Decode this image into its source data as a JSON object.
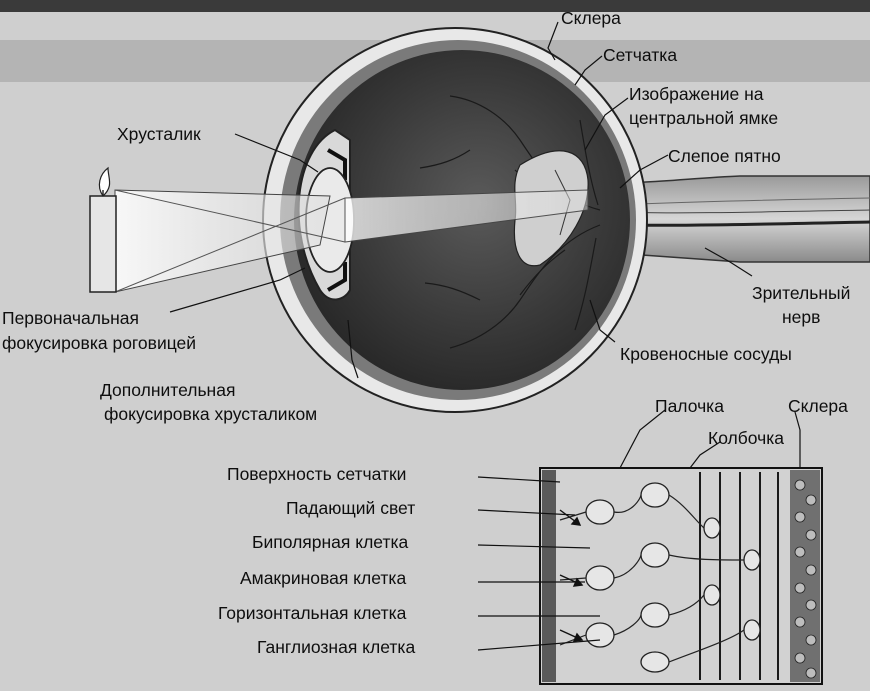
{
  "labels": {
    "sclera_top": "Склера",
    "retina": "Сетчатка",
    "fovea_image_line1": "Изображение на",
    "fovea_image_line2": "центральной ямке",
    "lens": "Хрусталик",
    "blind_spot": "Слепое пятно",
    "optic_nerve_line1": "Зрительный",
    "optic_nerve_line2": "нерв",
    "cornea_focus_line1": "Первоначальная",
    "cornea_focus_line2": "фокусировка роговицей",
    "blood_vessels": "Кровеносные сосуды",
    "lens_focus_line1": "Дополнительная",
    "lens_focus_line2": "фокусировка хрусталиком",
    "rod": "Палочка",
    "sclera_inset": "Склера",
    "cone": "Колбочка",
    "retina_surface": "Поверхность сетчатки",
    "incident_light": "Падающий свет",
    "bipolar_cell": "Биполярная клетка",
    "amacrine_cell": "Амакриновая клетка",
    "horizontal_cell": "Горизонтальная клетка",
    "ganglion_cell": "Ганглиозная клетка"
  },
  "colors": {
    "background": "#cfcfcf",
    "eye_interior": "#3c3c3c",
    "ink": "#111111"
  },
  "icons": [
    "eye-illustration",
    "candle-icon",
    "retina-cells-inset"
  ]
}
